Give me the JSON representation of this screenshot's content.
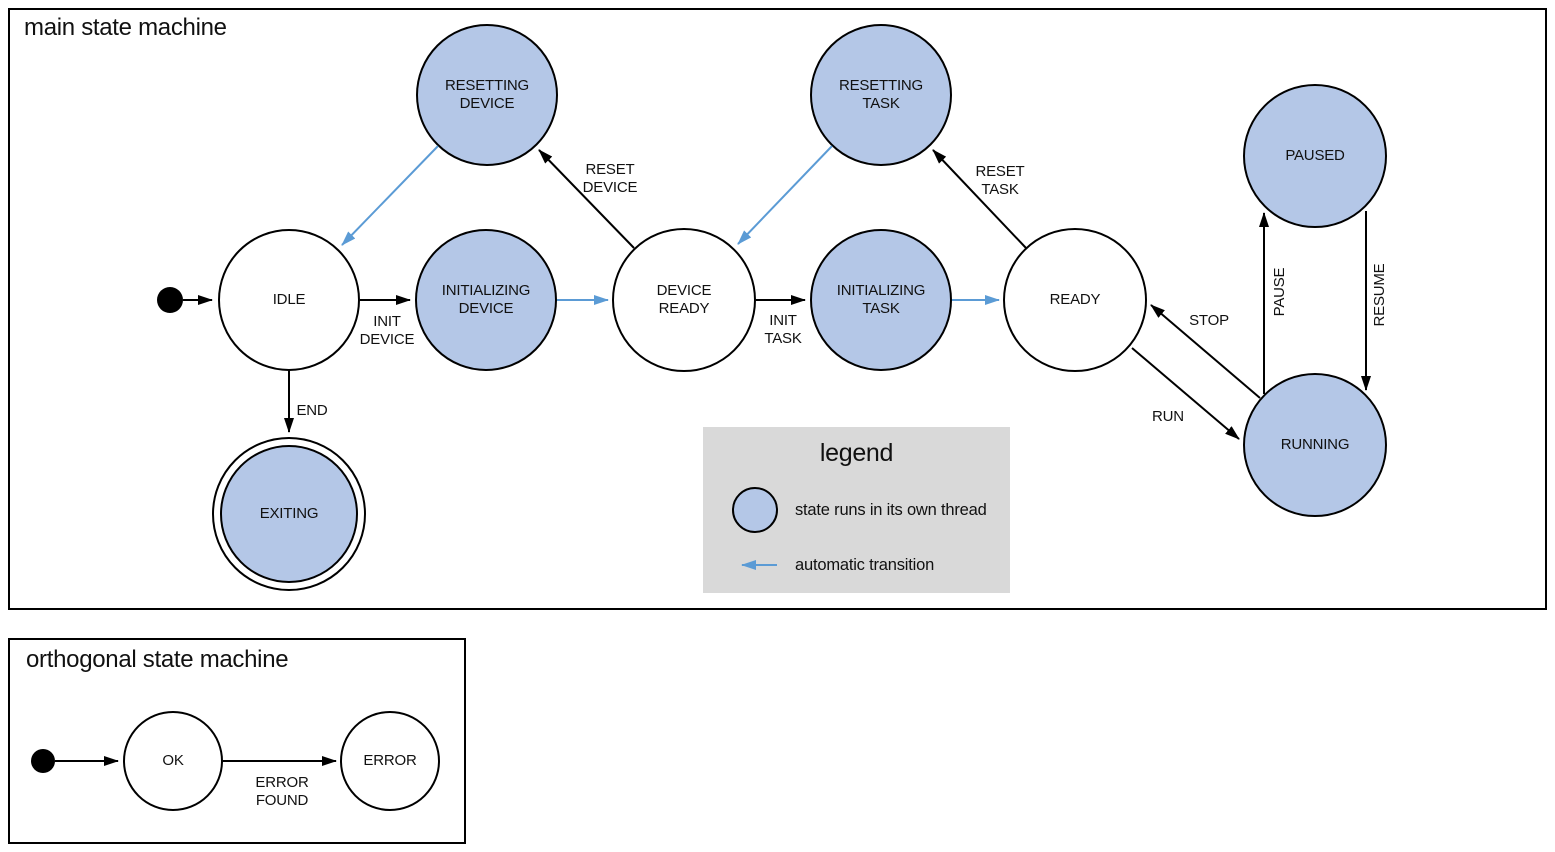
{
  "colors": {
    "state_fill": "#b4c7e7",
    "auto_transition": "#5b9bd5",
    "legend_bg": "#d9d9d9"
  },
  "main": {
    "title": "main state machine",
    "states": {
      "idle": "IDLE",
      "resetting_device": "RESETTING DEVICE",
      "initializing_device": "INITIALIZING DEVICE",
      "device_ready": "DEVICE READY",
      "resetting_task": "RESETTING TASK",
      "initializing_task": "INITIALIZING TASK",
      "ready": "READY",
      "paused": "PAUSED",
      "running": "RUNNING",
      "exiting": "EXITING"
    },
    "transitions": {
      "init_device": "INIT DEVICE",
      "reset_device": "RESET DEVICE",
      "init_task": "INIT TASK",
      "reset_task": "RESET TASK",
      "run": "RUN",
      "stop": "STOP",
      "pause": "PAUSE",
      "resume": "RESUME",
      "end": "END"
    }
  },
  "legend": {
    "title": "legend",
    "items": [
      {
        "icon": "threaded-state-icon",
        "label": "state runs in its own thread"
      },
      {
        "icon": "auto-transition-arrow-icon",
        "label": "automatic transition"
      }
    ]
  },
  "orthogonal": {
    "title": "orthogonal state machine",
    "states": {
      "ok": "OK",
      "error": "ERROR"
    },
    "transitions": {
      "error_found": "ERROR FOUND"
    }
  }
}
